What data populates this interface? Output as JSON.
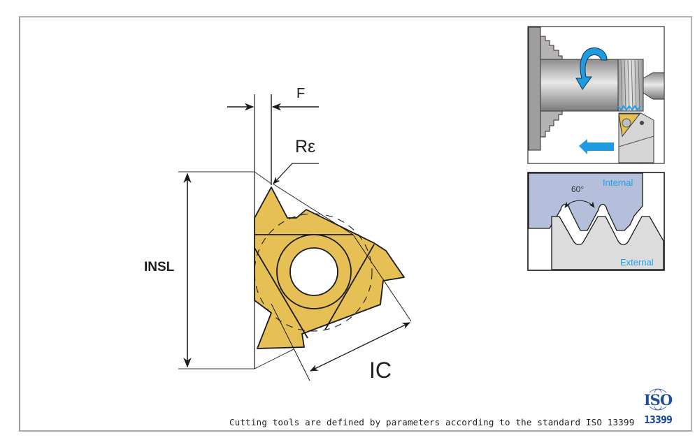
{
  "diagram": {
    "title": "Threading insert parameters",
    "labels": {
      "f": "F",
      "re": "Rε",
      "insl": "INSL",
      "ic": "IC"
    },
    "thread_profile": {
      "internal_label": "Internal",
      "external_label": "External",
      "angle_label": "60°"
    },
    "caption": "Cutting tools are defined by parameters according to the standard ISO 13399",
    "iso_logo": {
      "text": "ISO",
      "number": "13399"
    },
    "colors": {
      "insert_fill": "#e6c054",
      "line": "#1a1a1a",
      "accent_blue": "#1fa0e6",
      "internal_fill": "#b4bfdb",
      "external_fill": "#dcdcdc",
      "iso_blue": "#1f4f9a"
    }
  }
}
